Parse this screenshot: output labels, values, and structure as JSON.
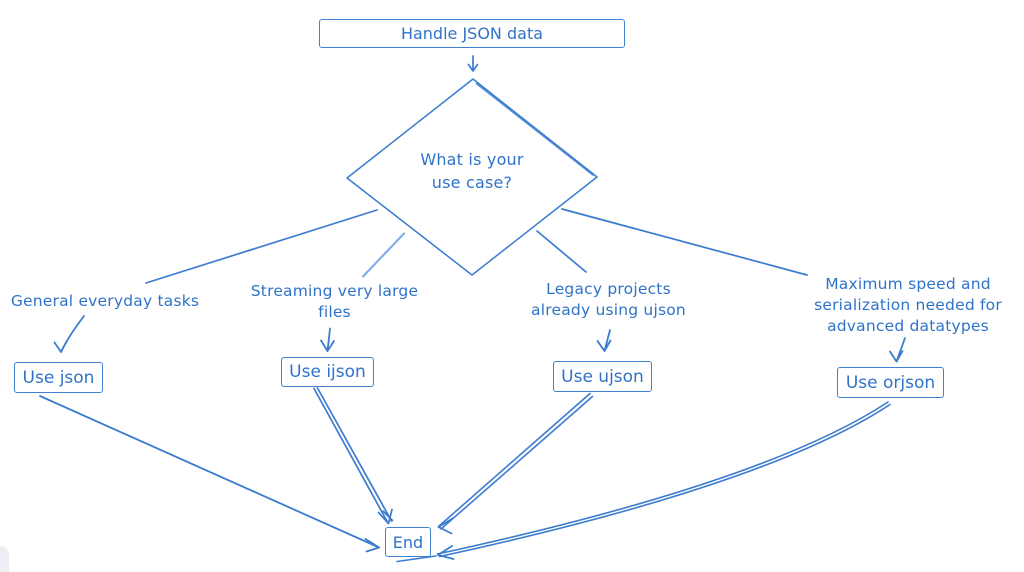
{
  "colors": {
    "stroke": "#3b7ccf",
    "stroke_light": "#82aee8",
    "text": "#2f73c9",
    "background": "#ffffff"
  },
  "start": {
    "label": "Handle JSON data"
  },
  "decision": {
    "label": "What is your\nuse case?"
  },
  "branches": [
    {
      "condition": "General everyday tasks",
      "result": "Use json"
    },
    {
      "condition": "Streaming very large\nfiles",
      "result": "Use ijson"
    },
    {
      "condition": "Legacy projects\nalready using ujson",
      "result": "Use ujson"
    },
    {
      "condition": "Maximum speed and\nserialization needed for\nadvanced datatypes",
      "result": "Use orjson"
    }
  ],
  "end": {
    "label": "End"
  }
}
